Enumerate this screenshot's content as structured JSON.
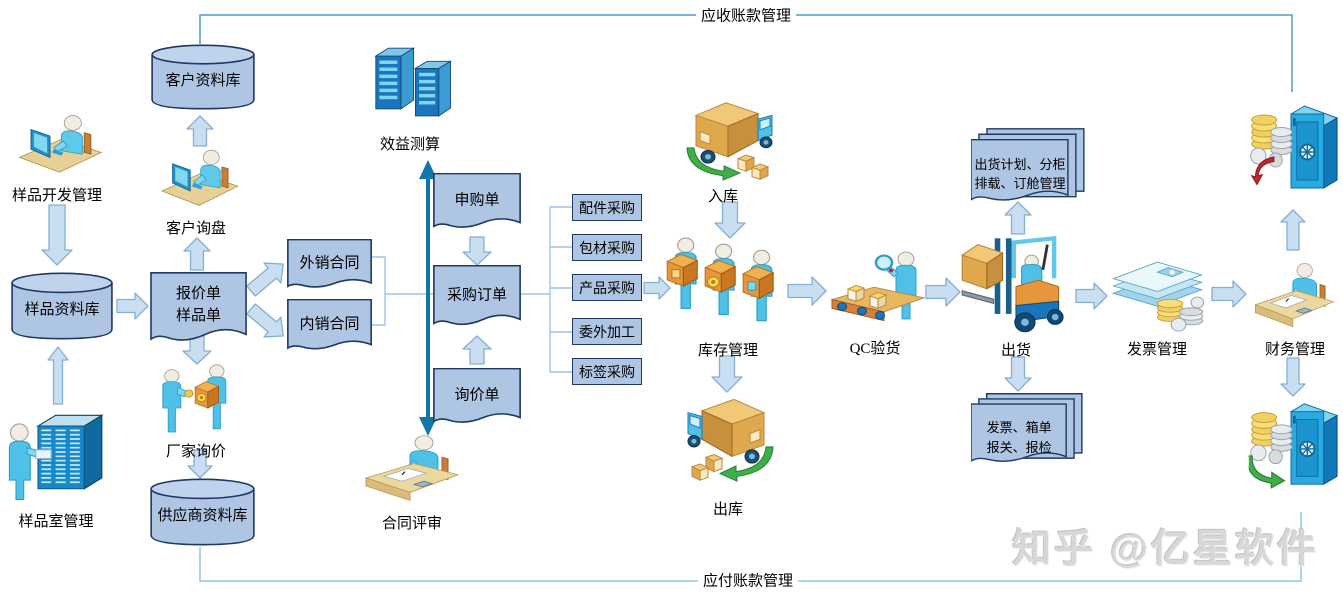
{
  "rails": {
    "top": "应收账款管理",
    "bottom": "应付账款管理"
  },
  "nodes": {
    "sample_dev": "样品开发管理",
    "customer_db": "客户资料库",
    "customer_inquiry": "客户询盘",
    "sample_db": "样品资料库",
    "quote": {
      "line1": "报价单",
      "line2": "样品单"
    },
    "export_contract": "外销合同",
    "domestic_contract": "内销合同",
    "sample_room": "样品室管理",
    "vendor_inquiry": "厂家询价",
    "supplier_db": "供应商资料库",
    "benefit_calc": "效益测算",
    "purchase_request": "申购单",
    "purchase_order": "采购订单",
    "inquiry_sheet": "询价单",
    "contract_review": "合同评审",
    "purchase_types": [
      "配件采购",
      "包材采购",
      "产品采购",
      "委外加工",
      "标签采购"
    ],
    "inbound": "入库",
    "inventory": "库存管理",
    "outbound": "出库",
    "qc": "QC验货",
    "shipping": "出货",
    "shipping_plan": {
      "line1": "出货计划、分柜",
      "line2": "排载、订舱管理"
    },
    "customs_docs": {
      "line1": "发票、箱单",
      "line2": "报关、报检"
    },
    "invoice_mgmt": "发票管理",
    "finance": "财务管理"
  },
  "watermark": "知乎 @亿星软件",
  "colors": {
    "shape_fill": "#AEC6E3",
    "shape_border": "#1F3864",
    "arrow_fill": "#C9DEF1",
    "arrow_border": "#86AED3",
    "rail_top": "#4C9FBE",
    "rail_bottom": "#8FC8DA",
    "bracket_line": "#9DC3E6",
    "strong_line": "#1077A8"
  }
}
